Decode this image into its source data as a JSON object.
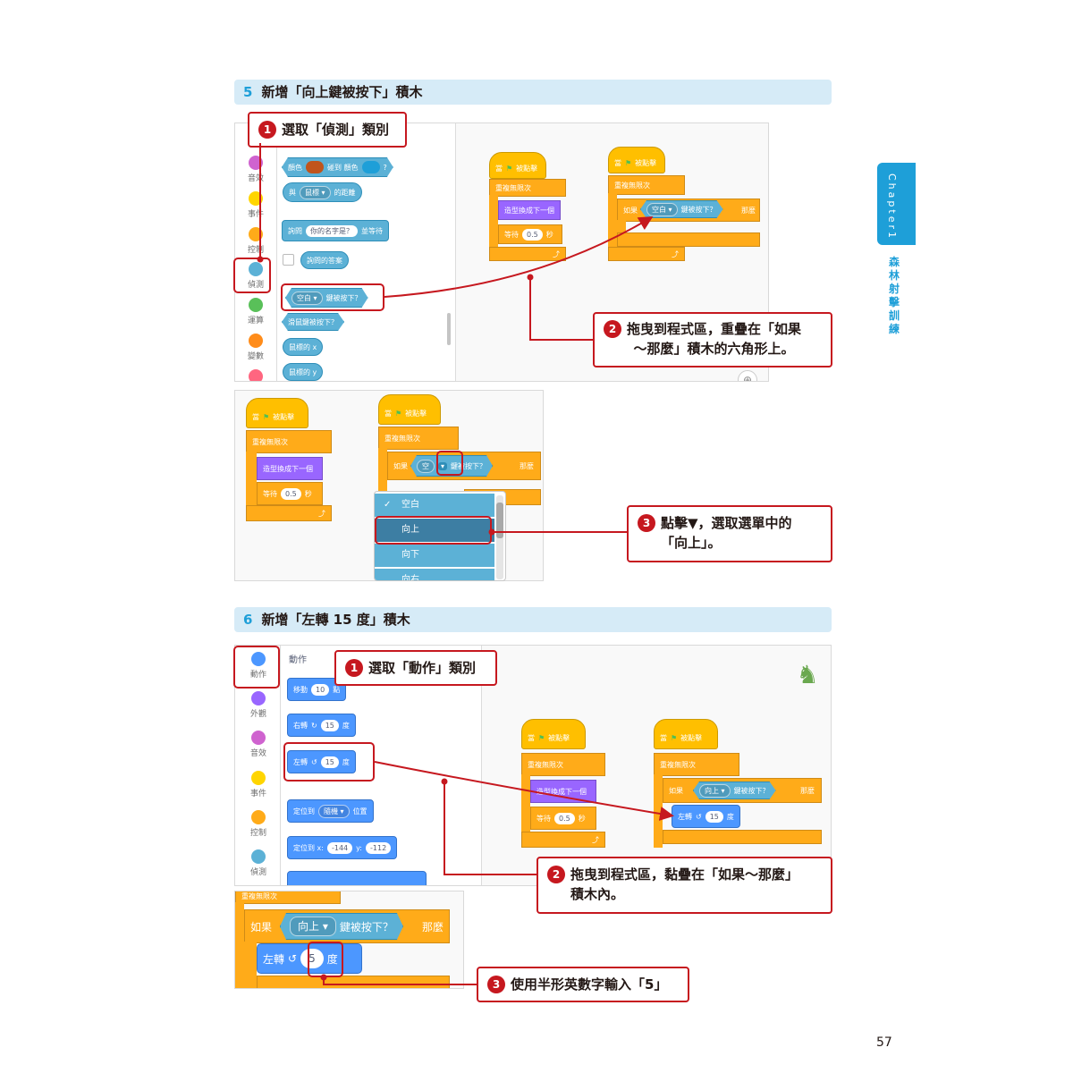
{
  "section5": {
    "number": "5",
    "title": "新增「向上鍵被按下」積木",
    "categories": [
      "音效",
      "事件",
      "控制",
      "偵測",
      "運算",
      "變數"
    ],
    "blocks": {
      "touch_color_a": "顏色",
      "touch_color_b": "碰到 顏色",
      "touch_color_c": "?",
      "distance_a": "與",
      "distance_menu": "鼠標",
      "distance_b": "的距離",
      "ask_a": "詢問",
      "ask_input": "你的名字是？",
      "ask_b": "並等待",
      "answer": "詢問的答案",
      "key_menu": "空白",
      "key_label": "鍵被按下？",
      "mouse_down": "滑鼠鍵被按下？",
      "mouse_x": "鼠標的 x",
      "mouse_y": "鼠標的 y"
    },
    "script1": {
      "hat": "當",
      "hat_suffix": "被點擊",
      "forever": "重複無限次",
      "costume": "造型換成下一個",
      "wait": "等待",
      "wait_value": "0.5",
      "wait_unit": "秒"
    },
    "script2": {
      "hat": "當",
      "hat_suffix": "被點擊",
      "forever": "重複無限次",
      "if": "如果",
      "key_menu": "空白",
      "key_label": "鍵被按下？",
      "then": "那麼"
    },
    "callout1": {
      "badge": "1",
      "text": "選取「偵測」類別"
    },
    "callout2": {
      "badge": "2",
      "line1": "拖曳到程式區，重疊在「如果",
      "line2": "～那麼」積木的六角形上。"
    },
    "panel2": {
      "script1": {
        "hat": "當",
        "hat_suffix": "被點擊",
        "forever": "重複無限次",
        "costume": "造型換成下一個",
        "wait": "等待",
        "wait_value": "0.5",
        "wait_unit": "秒"
      },
      "script2": {
        "hat": "當",
        "hat_suffix": "被點擊",
        "forever": "重複無限次",
        "if": "如果",
        "key_menu": "空",
        "key_label": "鍵被按下？",
        "then": "那麼"
      },
      "menu": {
        "check": "✓",
        "items": [
          "空白",
          "向上",
          "向下",
          "向右"
        ]
      }
    },
    "callout3": {
      "badge": "3",
      "line1": "點擊▼，選取選單中的",
      "line2": "「向上」。"
    }
  },
  "section6": {
    "number": "6",
    "title": "新增「左轉 15 度」積木",
    "palette_title": "動作",
    "categories": [
      "動作",
      "外觀",
      "音效",
      "事件",
      "控制",
      "偵測"
    ],
    "blocks": {
      "move": "移動",
      "move_value": "10",
      "move_unit": "點",
      "turn_right": "右轉",
      "turn_right_value": "15",
      "turn_right_unit": "度",
      "turn_left": "左轉",
      "turn_left_value": "15",
      "turn_left_unit": "度",
      "goto": "定位到",
      "goto_menu": "隨機",
      "goto_suffix": "位置",
      "gotoxy": "定位到 x:",
      "x_value": "-144",
      "y_label": "y:",
      "y_value": "-112"
    },
    "script1": {
      "hat": "當",
      "hat_suffix": "被點擊",
      "forever": "重複無限次",
      "costume": "造型換成下一個",
      "wait": "等待",
      "wait_value": "0.5",
      "wait_unit": "秒"
    },
    "script2": {
      "hat": "當",
      "hat_suffix": "被點擊",
      "forever": "重複無限次",
      "if": "如果",
      "key_menu": "向上",
      "key_label": "鍵被按下？",
      "then": "那麼",
      "turn": "左轉",
      "turn_value": "15",
      "turn_unit": "度"
    },
    "callout1": {
      "badge": "1",
      "text": "選取「動作」類別"
    },
    "callout2": {
      "badge": "2",
      "line1": "拖曳到程式區，黏疊在「如果～那麼」",
      "line2": "積木內。"
    },
    "panel2": {
      "forever": "重複無限次",
      "if": "如果",
      "key_menu": "向上",
      "key_label": "鍵被按下？",
      "then": "那麼",
      "turn": "左轉",
      "turn_value": "5",
      "turn_unit": "度"
    },
    "callout3": {
      "badge": "3",
      "text": "使用半形英數字輸入「5」"
    }
  },
  "chapter": {
    "tab": "Chapter1",
    "name": "森林射擊訓練"
  },
  "page_number": "57",
  "colors": {
    "callout_red": "#c6181f",
    "accent_blue": "#1e9fd8",
    "header_bg": "#d6ebf7"
  }
}
